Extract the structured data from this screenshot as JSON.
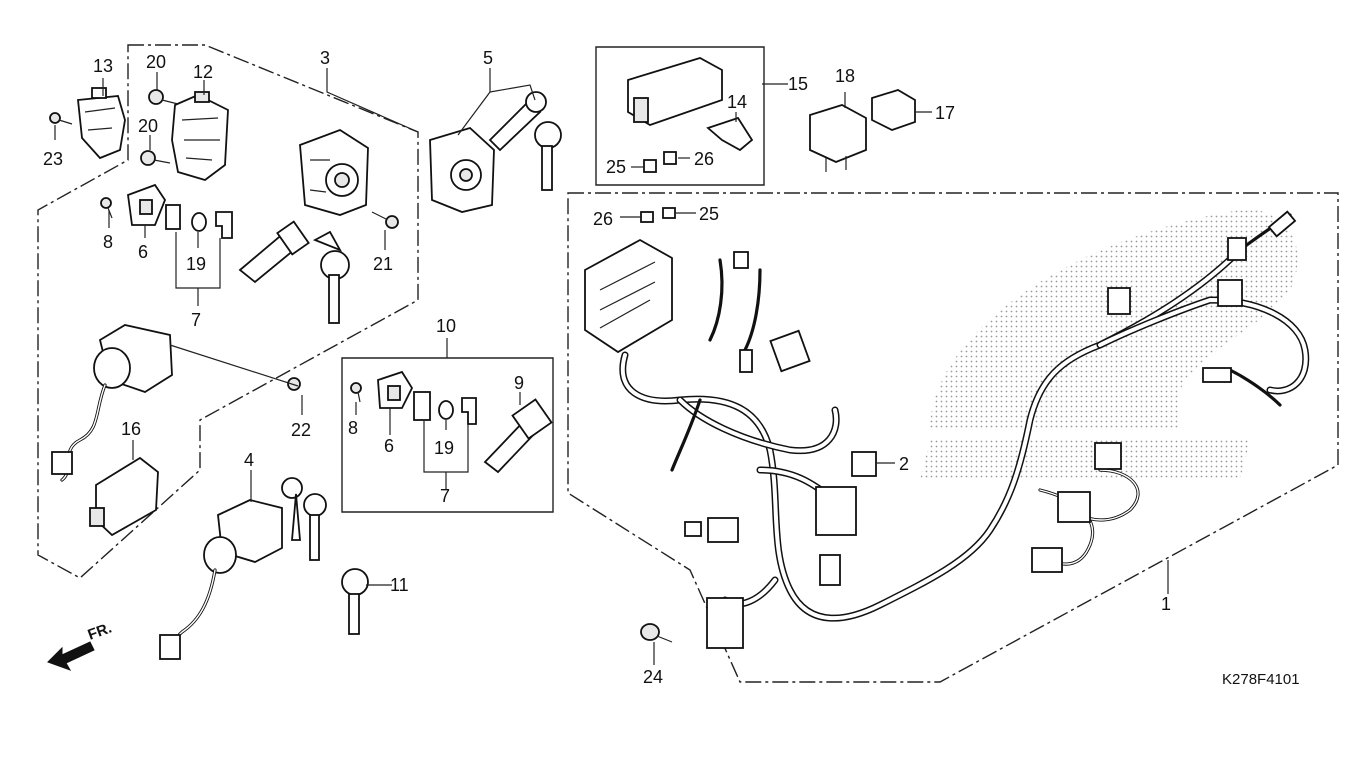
{
  "diagram": {
    "catalog_code": "K278F4101",
    "direction_label": "FR.",
    "callouts": {
      "p1": "1",
      "p2": "2",
      "p3": "3",
      "p4": "4",
      "p5": "5",
      "p6a": "6",
      "p6b": "6",
      "p7a": "7",
      "p7b": "7",
      "p8a": "8",
      "p8b": "8",
      "p9": "9",
      "p10": "10",
      "p11": "11",
      "p12": "12",
      "p13": "13",
      "p14": "14",
      "p15": "15",
      "p16": "16",
      "p17": "17",
      "p18": "18",
      "p19a": "19",
      "p19b": "19",
      "p20a": "20",
      "p20b": "20",
      "p21": "21",
      "p22": "22",
      "p23": "23",
      "p24": "24",
      "p25a": "25",
      "p25b": "25",
      "p26a": "26",
      "p26b": "26"
    }
  }
}
